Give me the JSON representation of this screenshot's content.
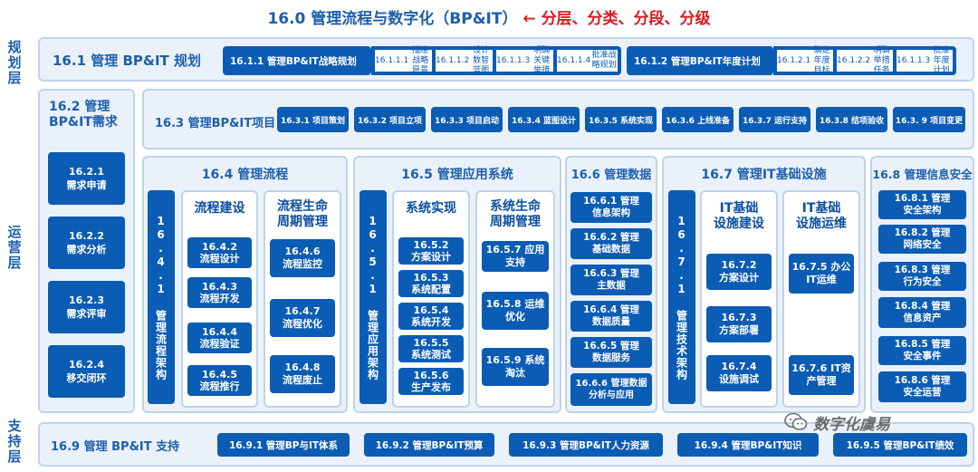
{
  "title": {
    "main": "16.0 管理流程与数字化（BP&IT）",
    "arrow": "←",
    "sub": "分层、分类、分段、分级"
  },
  "layers": {
    "plan": "规划层",
    "operate": "运营层",
    "support": "支持层"
  },
  "plan": {
    "title": "16.1 管理 BP&IT 规划",
    "g1": {
      "label": "16.1.1 管理BP&IT战略规划",
      "items": [
        [
          "16.1.1.1",
          "描绘战略愿景"
        ],
        [
          "16.1.1.2",
          "设计数智蓝图"
        ],
        [
          "16.1.1.3",
          "明确关键举措"
        ],
        [
          "16.1.1.4",
          "批准战略规划"
        ]
      ]
    },
    "g2": {
      "label": "16.1.2 管理BP&IT年度计划",
      "items": [
        [
          "16.1.2.1",
          "确定年度目标"
        ],
        [
          "16.1.2.2",
          "明确举措任务"
        ],
        [
          "16.1.1.3",
          "批准年度计划"
        ]
      ]
    }
  },
  "demand": {
    "title": "16.2 管理\nBP&IT需求",
    "items": [
      "16.2.1\n需求申请",
      "16.2.2\n需求分析",
      "16.2.3\n需求评审",
      "16.2.4\n移交闭环"
    ]
  },
  "projects": {
    "title": "16.3 管理BP&IT项目",
    "items": [
      "16.3.1 项目策划",
      "16.3.2 项目立项",
      "16.3.3 项目启动",
      "16.3.4 蓝图设计",
      "16.3.5 系统实现",
      "16.3.6 上线准备",
      "16.3.7 运行支持",
      "16.3.8 结项验收",
      "16.3. 9 项目变更"
    ]
  },
  "process": {
    "title": "16.4 管理流程",
    "vertical": "16.4.1 管理流程架构",
    "build": {
      "title": "流程建设",
      "items": [
        "16.4.2\n流程设计",
        "16.4.3\n流程开发",
        "16.4.4\n流程验证",
        "16.4.5\n流程推行"
      ]
    },
    "life": {
      "title": "流程生命\n周期管理",
      "items": [
        "16.4.6\n流程监控",
        "16.4.7\n流程优化",
        "16.4.8\n流程废止"
      ]
    }
  },
  "apps": {
    "title": "16.5 管理应用系统",
    "vertical": "16.5.1 管理应用架构",
    "impl": {
      "title": "系统实现",
      "items": [
        "16.5.2\n方案设计",
        "16.5.3\n系统配置",
        "16.5.4\n系统开发",
        "16.5.5\n系统测试",
        "16.5.6\n生产发布"
      ]
    },
    "life": {
      "title": "系统生命\n周期管理",
      "items": [
        "16.5.7 应用\n支持",
        "16.5.8 运维\n优化",
        "16.5.9 系统\n淘汰"
      ]
    }
  },
  "data": {
    "title": "16.6 管理数据",
    "items": [
      "16.6.1 管理\n信息架构",
      "16.6.2 管理\n基础数据",
      "16.6.3 管理\n主数据",
      "16.6.4 管理\n数据质量",
      "16.6.5 管理\n数据服务",
      "16.6.6 管理数据\n分析与应用"
    ]
  },
  "infra": {
    "title": "16.7 管理IT基础设施",
    "vertical": "16.7.1 管理技术架构",
    "build": {
      "title": "IT基础\n设施建设",
      "items": [
        "16.7.2\n方案设计",
        "16.7.3\n方案部署",
        "16.7.4\n设施调试"
      ]
    },
    "ops": {
      "title": "IT基础\n设施运维",
      "items": [
        "16.7.5 办公\nIT运维",
        "16.7.6 IT资\n产管理"
      ]
    }
  },
  "security": {
    "title": "16.8 管理信息安全",
    "items": [
      "16.8.1 管理\n安全架构",
      "16.8.2 管理\n网络安全",
      "16.8.3 管理\n行为安全",
      "16.8.4 管理\n信息资产",
      "16.8.5 管理\n安全事件",
      "16.8.6 管理\n安全运营"
    ]
  },
  "support": {
    "title": "16.9 管理 BP&IT 支持",
    "items": [
      "16.9.1 管理BP与IT体系",
      "16.9.2 管理BP&IT预算",
      "16.9.3 管理BP&IT人力资源",
      "16.9.4 管理BP&IT知识",
      "16.9.5 管理BP&IT绩效"
    ]
  },
  "watermark": "数字化虞易",
  "colors": {
    "primary": "#0b5cb4",
    "accent": "#d9191f",
    "panel": "#eaf1fa",
    "border": "#bcd3ee"
  }
}
